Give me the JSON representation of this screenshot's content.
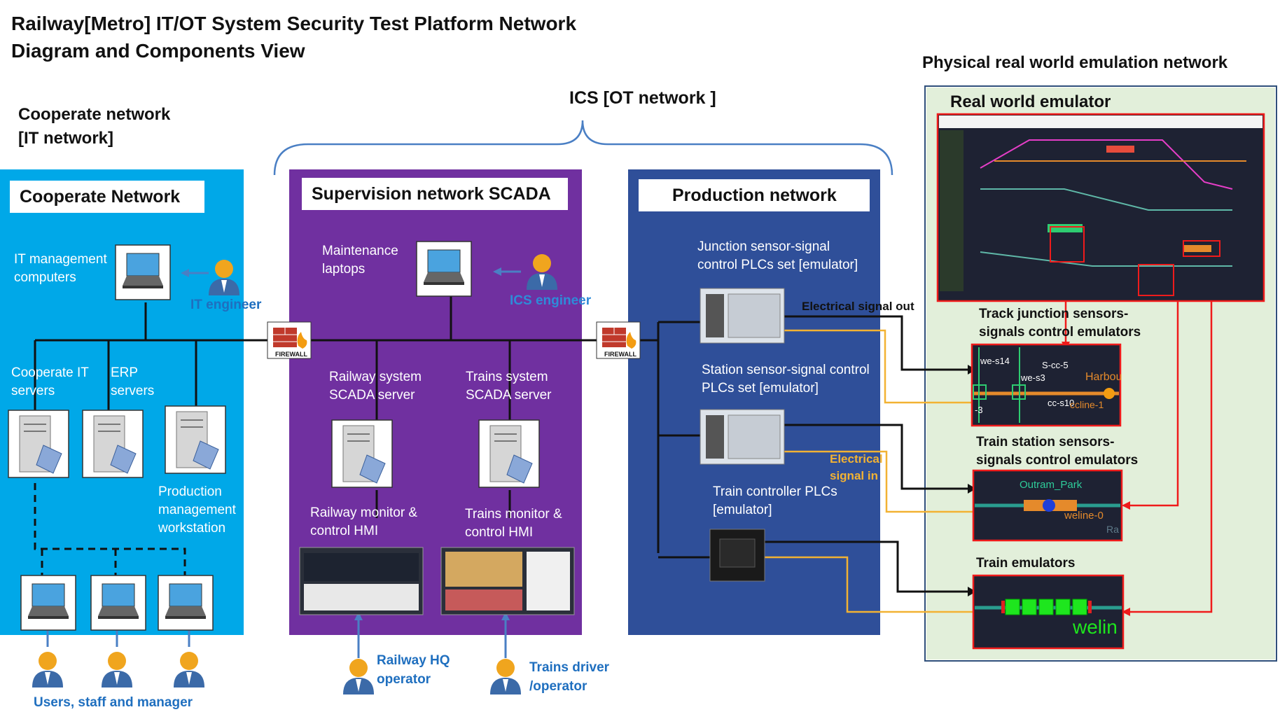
{
  "title": "Railway[Metro] IT/OT System Security Test Platform Network Diagram and Components View",
  "headers": {
    "cooperate_it": "Cooperate network [IT network]",
    "ics_ot": "ICS [OT network ]",
    "physical": "Physical real world emulation network"
  },
  "zones": {
    "cooperate": {
      "title": "Cooperate Network",
      "it_mgmt": "IT management computers",
      "it_engineer": "IT engineer",
      "coop_servers": "Cooperate IT servers",
      "erp_servers": "ERP servers",
      "prod_ws": "Production management workstation",
      "users": "Users, staff and manager",
      "color": "#00a8e8"
    },
    "scada": {
      "title": "Supervision network  SCADA",
      "maint_laptops": "Maintenance laptops",
      "ics_engineer": "ICS engineer",
      "railway_server": "Railway system SCADA server",
      "trains_server": "Trains system SCADA server",
      "railway_hmi": "Railway monitor & control HMI",
      "trains_hmi": "Trains monitor & control HMI",
      "hq_operator": "Railway HQ operator",
      "driver": "Trains driver /operator",
      "color": "#7030a0"
    },
    "production": {
      "title": "Production network",
      "junction_plc": "Junction sensor-signal control PLCs set [emulator]",
      "station_plc": "Station sensor-signal control PLCs set [emulator]",
      "train_plc": "Train controller PLCs [emulator]",
      "sig_out": "Electrical signal out",
      "sig_in": "Electrical signal in",
      "color": "#2f4f99"
    },
    "emulator": {
      "title": "Real world emulator",
      "track_junction": "Track junction sensors-signals control emulators",
      "train_station": "Train station sensors-signals control emulators",
      "train_emus": "Train emulators",
      "jn_labels": [
        "we-s14",
        "S-cc-5",
        "we-s3",
        "Harbou",
        "cc-s10",
        "ccline-1",
        "-3"
      ],
      "st_labels": [
        "Outram_Park",
        "weline-0",
        "Ra"
      ],
      "tr_label": "welin",
      "color": "#e2efda"
    }
  },
  "firewall_label": "FIREWALL",
  "icons": [
    "laptop-icon",
    "server-icon",
    "user-icon",
    "firewall-icon",
    "plc-icon",
    "hmi-screen-icon"
  ]
}
